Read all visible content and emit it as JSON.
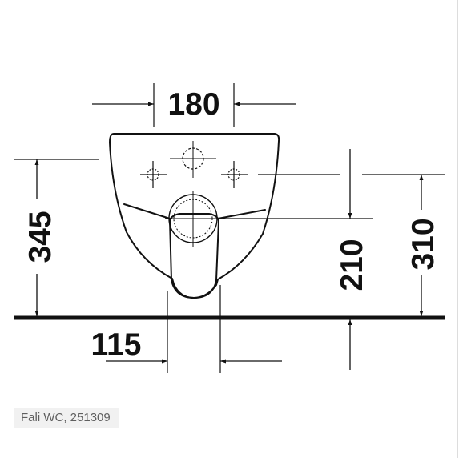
{
  "dimensions": {
    "width_top": "180",
    "height_total": "345",
    "height_outlet": "210",
    "height_fixing": "310",
    "width_outlet": "115"
  },
  "caption": "Fali WC, 251309"
}
